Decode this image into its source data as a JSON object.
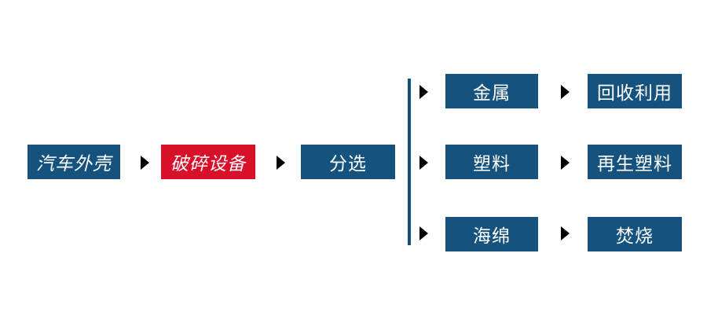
{
  "diagram": {
    "type": "flowchart",
    "colors": {
      "blue": "#15537E",
      "red": "#D8102A",
      "connector": "#14517D",
      "text": "#FFFFFF",
      "background": "#FFFFFF"
    },
    "main_flow": [
      {
        "id": "car-shell",
        "label": "汽车外壳",
        "variant": "blue"
      },
      {
        "id": "crushing-equipment",
        "label": "破碎设备",
        "variant": "red"
      },
      {
        "id": "sorting",
        "label": "分选",
        "variant": "blue"
      }
    ],
    "branches": [
      {
        "source_label": "金属",
        "target_label": "回收利用"
      },
      {
        "source_label": "塑料",
        "target_label": "再生塑料"
      },
      {
        "source_label": "海绵",
        "target_label": "焚烧"
      }
    ],
    "arrow_glyph": "→"
  }
}
